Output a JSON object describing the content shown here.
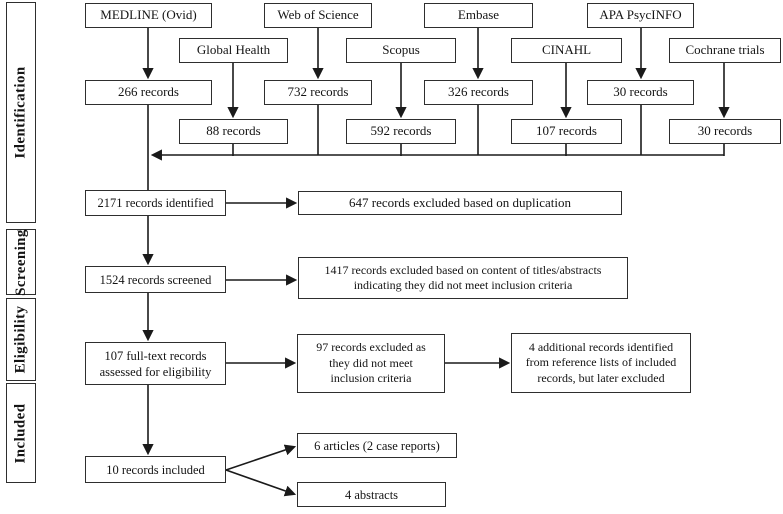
{
  "diagram": {
    "stage_labels": {
      "identification": "Identification",
      "screening": "Screening",
      "eligibility": "Eligibility",
      "included": "Included"
    },
    "sources": [
      {
        "name": "MEDLINE (Ovid)",
        "records": "266 records"
      },
      {
        "name": "Web of Science",
        "records": "732 records"
      },
      {
        "name": "Embase",
        "records": "326 records"
      },
      {
        "name": "APA PsycINFO",
        "records": "30 records"
      },
      {
        "name": "Global Health",
        "records": "88 records"
      },
      {
        "name": "Scopus",
        "records": "592 records"
      },
      {
        "name": "CINAHL",
        "records": "107 records"
      },
      {
        "name": "Cochrane trials",
        "records": "30 records"
      }
    ],
    "flow": {
      "identified": "2171 records identified",
      "excluded_duplicates": "647 records excluded based on duplication",
      "screened": "1524 records screened",
      "excluded_titles_abstracts": "1417 records excluded based on content of titles/abstracts\nindicating they did not meet inclusion criteria",
      "fulltext_assessed": "107 full-text records\nassessed for eligibility",
      "excluded_fulltext": "97 records excluded as\nthey did not meet\ninclusion criteria",
      "reference_lists": "4 additional records identified\nfrom reference lists of included\nrecords, but later excluded",
      "included": "10 records included",
      "articles": "6 articles (2 case reports)",
      "abstracts": "4 abstracts"
    },
    "colors": {
      "line": "#1a1a1a",
      "border": "#2e2e2e",
      "background": "#ffffff"
    }
  }
}
